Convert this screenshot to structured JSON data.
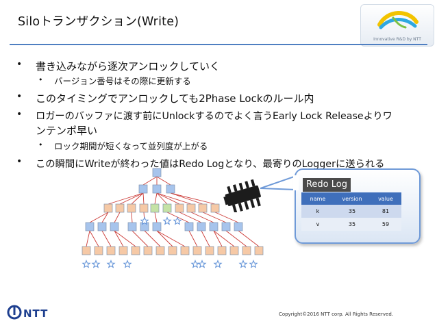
{
  "slide": {
    "title": "Siloトランザクション(Write)",
    "logo_caption": "Innovative R&D by NTT",
    "bullets": [
      {
        "level": 1,
        "text": "書き込みながら逐次アンロックしていく"
      },
      {
        "level": 2,
        "text": "バージョン番号はその際に更新する"
      },
      {
        "level": 1,
        "text": "このタイミングでアンロックしても2Phase Lockのルール内"
      },
      {
        "level": 1,
        "text": "ロガーのバッファに渡す前にUnlockするのでよく言うEarly Lock Releaseよりワ"
      },
      {
        "level": 1,
        "text": "ンテンポ早い"
      },
      {
        "level": 2,
        "text": "ロック期間が短くなって並列度が上がる"
      },
      {
        "level": 1,
        "text": "この瞬間にWriteが終わった値はRedo Logとなり、最寄りのLoggerに送られる"
      }
    ],
    "bullet_char": "•",
    "redo_log": {
      "title": "Redo Log",
      "columns": [
        "name",
        "version",
        "value"
      ],
      "rows": [
        [
          "k",
          "35",
          "81"
        ],
        [
          "v",
          "35",
          "59"
        ]
      ]
    },
    "footer": {
      "brand": "NTT",
      "copyright": "Copyright©2016  NTT corp. All Rights Reserved."
    },
    "colors": {
      "accent_blue": "#4f7fc1",
      "tree_inner_node": "#a7c4ec",
      "tree_leaf_node": "#f6c9a6",
      "tree_written_node": "#c5e2a5",
      "edge_red": "#cc3a36",
      "star_blue": "#5d8fd6",
      "table_header": "#3f6fbb"
    },
    "icons": {
      "logger": "processor-chip-icon",
      "logo": "ntt-swirl-logo",
      "star": "star-icon"
    }
  }
}
